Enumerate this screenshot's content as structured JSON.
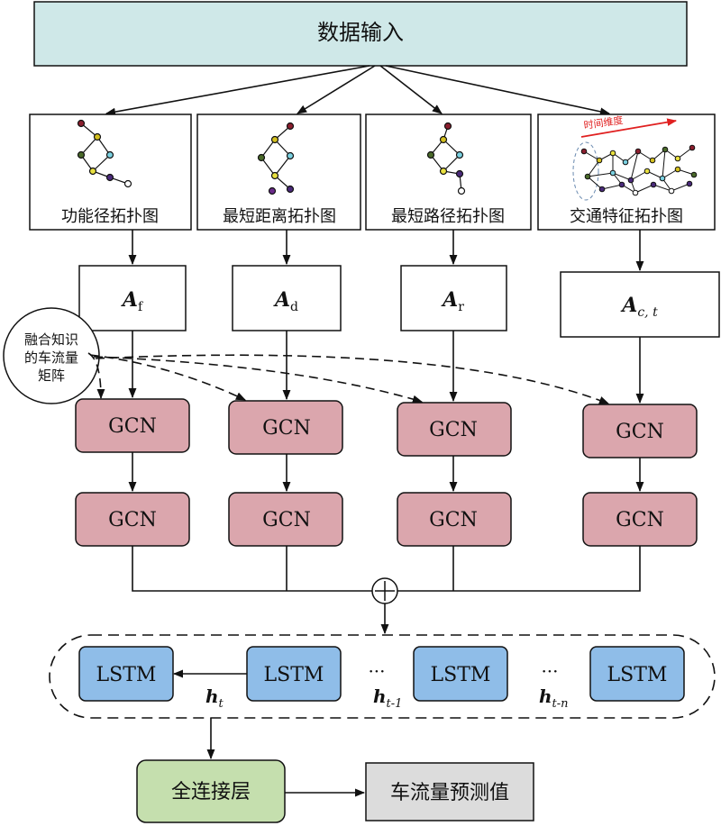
{
  "input": {
    "label": "数据输入"
  },
  "topology": {
    "functional": "功能径拓扑图",
    "distance": "最短距离拓扑图",
    "path": "最短路径拓扑图",
    "traffic": "交通特征拓扑图",
    "time_dimension": "时间维度"
  },
  "matrices": {
    "f": {
      "main": "A",
      "sub": "f"
    },
    "d": {
      "main": "A",
      "sub": "d"
    },
    "r": {
      "main": "A",
      "sub": "r"
    },
    "ct": {
      "main": "A",
      "sub": "c, t"
    }
  },
  "knowledge": {
    "line1": "融合知识",
    "line2": "的车流量",
    "line3": "矩阵"
  },
  "gcn": {
    "label": "GCN"
  },
  "merge": {
    "symbol": "+"
  },
  "lstm": {
    "label": "LSTM",
    "ellipsis": "···"
  },
  "hidden": {
    "ht": {
      "main": "h",
      "sub": "t"
    },
    "ht1": {
      "main": "h",
      "sub": "t-1"
    },
    "htn": {
      "main": "h",
      "sub": "t-n"
    }
  },
  "fc": {
    "label": "全连接层"
  },
  "output": {
    "label": "车流量预测值"
  },
  "colors": {
    "input_fill": "#cfe8e8",
    "gcn_fill": "#dba6ad",
    "lstm_fill": "#8fbde8",
    "fc_fill": "#c5dfae",
    "output_fill": "#dcdcdc",
    "arrow": "#e02020"
  }
}
